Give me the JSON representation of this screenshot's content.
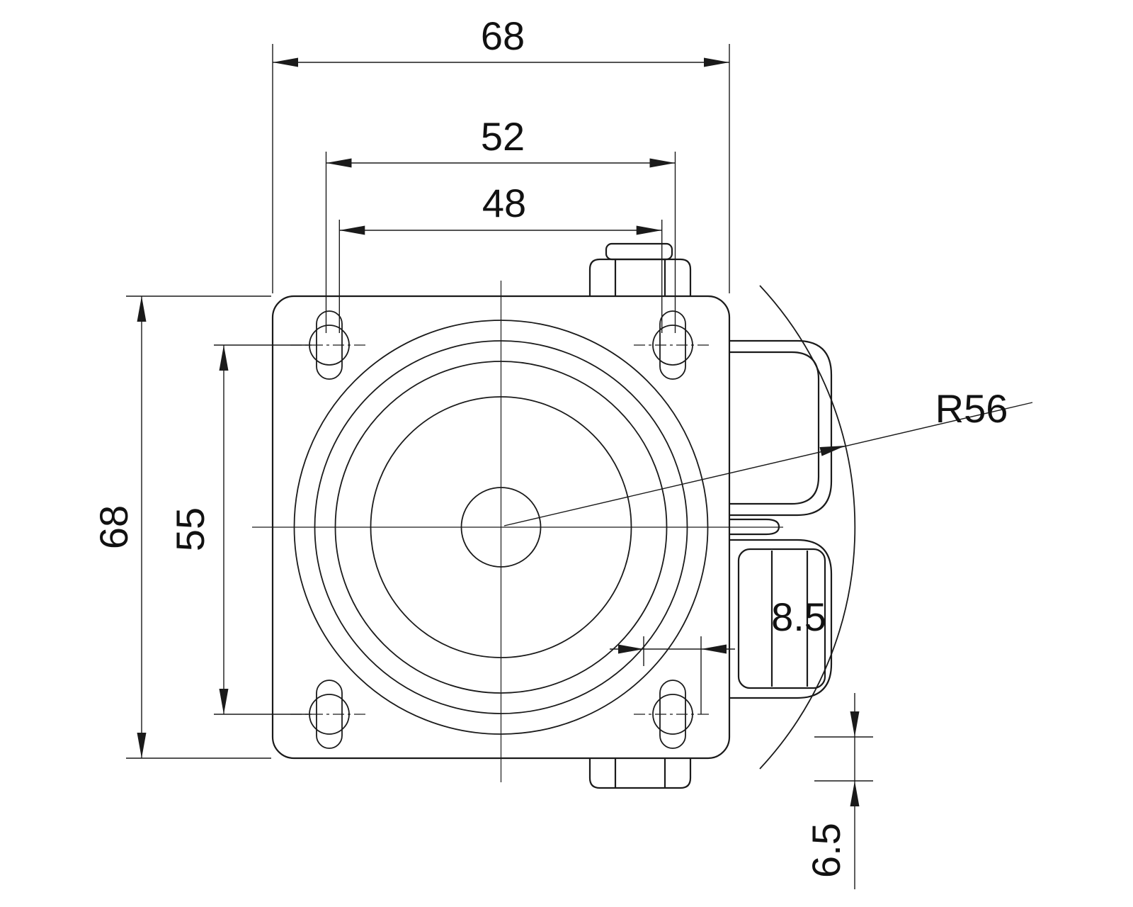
{
  "drawing": {
    "colors": {
      "line": "#1a1a1a",
      "text": "#111111",
      "background": "#ffffff"
    },
    "dimensions": {
      "overall_width": "68",
      "hole_spacing_x": "52",
      "slot_spacing_x": "48",
      "overall_height": "68",
      "hole_spacing_y": "55",
      "swivel_radius": "R56",
      "offset_x": "8.5",
      "offset_y": "6.5"
    }
  }
}
